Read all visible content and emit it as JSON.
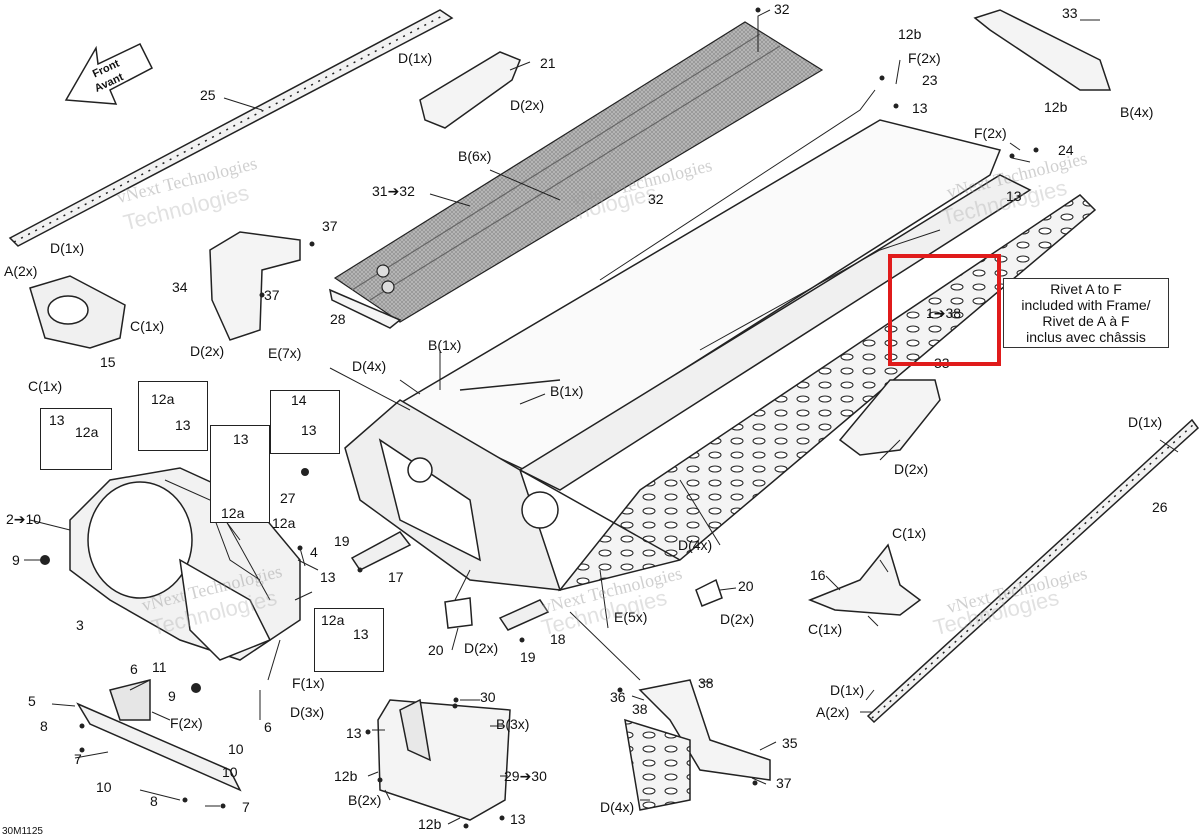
{
  "front_arrow": {
    "line1": "Front",
    "line2": "Avant"
  },
  "note": {
    "line1": "Rivet A to F",
    "line2": "included with Frame/",
    "line3": "Rivet de A à F",
    "line4": "inclus avec châssis",
    "range": "1➔38"
  },
  "drawing_code": "30M1125",
  "watermark": {
    "line1": "vNext Technologies",
    "line2": "Technologies"
  },
  "callouts": {
    "c32": "32",
    "c33": "33",
    "c21": "21",
    "d2x_21": "D(2x)",
    "d1x_top": "D(1x)",
    "c25": "25",
    "c12b_a": "12b",
    "f2x_a": "F(2x)",
    "c23": "23",
    "c13_a": "13",
    "b4x": "B(4x)",
    "c12b_b": "12b",
    "f2x_b": "F(2x)",
    "c24": "24",
    "c13_b": "13",
    "b6x": "B(6x)",
    "c31_32": "31➔32",
    "c32b": "32",
    "c37_a": "37",
    "d1x_a": "D(1x)",
    "a2x_a": "A(2x)",
    "c34": "34",
    "c37_b": "37",
    "c1x_a": "C(1x)",
    "c28": "28",
    "c15": "15",
    "d2x_34": "D(2x)",
    "e7x": "E(7x)",
    "d4x_a": "D(4x)",
    "b1x_a": "B(1x)",
    "b1x_b": "B(1x)",
    "c1x_b": "C(1x)",
    "c13_box1": "13",
    "c12a_box1": "12a",
    "c12a_box2": "12a",
    "c13_box2": "13",
    "c14": "14",
    "c13_box3": "13",
    "c13_box4": "13",
    "c12a_box4": "12a",
    "c27": "27",
    "c2_10": "2➔10",
    "c9_a": "9",
    "c3": "3",
    "c19_a": "19",
    "c17": "17",
    "c12a_b": "12a",
    "c4": "4",
    "c13_c": "13",
    "c12a_box5": "12a",
    "c13_box5": "13",
    "c33b": "33",
    "d2x_b": "D(2x)",
    "d1x_b": "D(1x)",
    "c26": "26",
    "d4x_b": "D(4x)",
    "c1x_c": "C(1x)",
    "c16": "16",
    "c1x_d": "C(1x)",
    "c20_a": "20",
    "d2x_c": "D(2x)",
    "e5x": "E(5x)",
    "c20_b": "20",
    "d2x_d": "D(2x)",
    "c18": "18",
    "c19_b": "19",
    "c6_a": "6",
    "c11": "11",
    "c9_b": "9",
    "f1x": "F(1x)",
    "d3x": "D(3x)",
    "c5": "5",
    "f2x_c": "F(2x)",
    "c6_b": "6",
    "c8_a": "8",
    "c7_a": "7",
    "c10_a": "10",
    "c10_b": "10",
    "c10_c": "10",
    "c8_b": "8",
    "c7_b": "7",
    "c30": "30",
    "b3x": "B(3x)",
    "c13_d": "13",
    "c29_30": "29➔30",
    "c12b_c": "12b",
    "b2x": "B(2x)",
    "c12b_d": "12b",
    "c13_e": "13",
    "c36": "36",
    "c38_a": "38",
    "c38_b": "38",
    "c35": "35",
    "c37_c": "37",
    "d4x_c": "D(4x)",
    "d1x_c": "D(1x)",
    "a2x_b": "A(2x)"
  },
  "colors": {
    "highlight": "#e01b1b",
    "line": "#111111",
    "part_fill": "#f2f2f2",
    "grating": "#9a9a9a"
  }
}
